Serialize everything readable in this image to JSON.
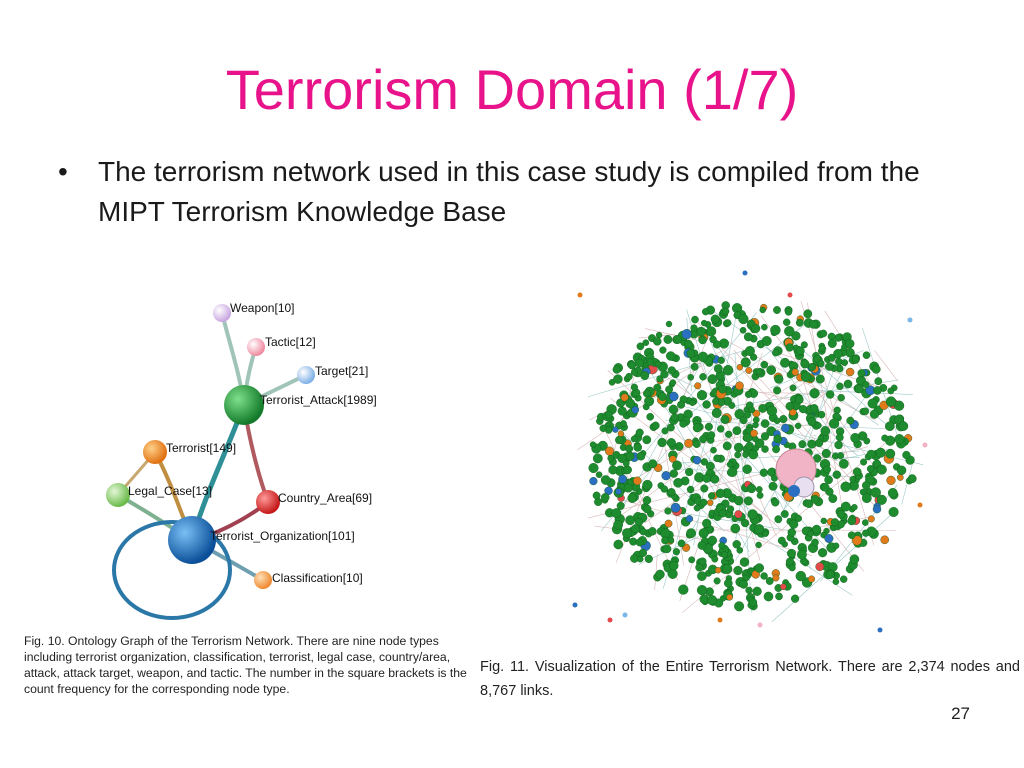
{
  "slide": {
    "title": "Terrorism Domain (1/7)",
    "bullet_marker": "•",
    "bullet_text": "The terrorism network used in this case study is compiled from the MIPT Terrorism Knowledge Base",
    "page_number": "27"
  },
  "ontology_graph": {
    "nodes": [
      {
        "id": "weapon",
        "label": "Weapon[10]",
        "color": "#c9a6e0"
      },
      {
        "id": "tactic",
        "label": "Tactic[12]",
        "color": "#f08aa0"
      },
      {
        "id": "target",
        "label": "Target[21]",
        "color": "#7fb0e6"
      },
      {
        "id": "attack",
        "label": "Terrorist_Attack[1989]",
        "color": "#1f9a3a"
      },
      {
        "id": "terrorist",
        "label": "Terrorist[149]",
        "color": "#f08a1e"
      },
      {
        "id": "legal",
        "label": "Legal_Case[13]",
        "color": "#8ccf6a"
      },
      {
        "id": "country",
        "label": "Country_Area[69]",
        "color": "#e02a2a"
      },
      {
        "id": "org",
        "label": "Terrorist_Organization[101]",
        "color": "#1a6fb8"
      },
      {
        "id": "classification",
        "label": "Classification[10]",
        "color": "#f5a55a"
      }
    ],
    "edges": [
      [
        "weapon",
        "attack"
      ],
      [
        "tactic",
        "attack"
      ],
      [
        "target",
        "attack"
      ],
      [
        "attack",
        "country"
      ],
      [
        "attack",
        "org"
      ],
      [
        "terrorist",
        "org"
      ],
      [
        "terrorist",
        "legal"
      ],
      [
        "legal",
        "org"
      ],
      [
        "country",
        "org"
      ],
      [
        "org",
        "classification"
      ],
      [
        "org",
        "org"
      ]
    ]
  },
  "network": {
    "primary_color": "#1e8c2e",
    "accent_colors": [
      "#e07a1a",
      "#2a6fc0",
      "#e34a4a",
      "#7ab6e8",
      "#f2b2c2"
    ]
  },
  "captions": {
    "fig10": "Fig. 10. Ontology Graph of the Terrorism Network. There are nine node types including terrorist organization, classification, terrorist, legal case, country/area, attack, attack target, weapon, and tactic. The number in the square brackets is the count frequency for the corresponding node type.",
    "fig11": "Fig. 11. Visualization of the Entire Terrorism Network. There are 2,374 nodes and 8,767 links."
  }
}
